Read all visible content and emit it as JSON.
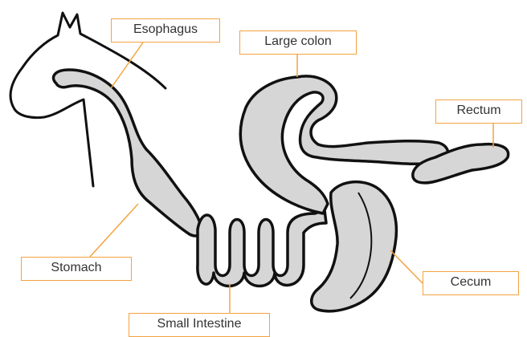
{
  "labels": {
    "esophagus": "Esophagus",
    "large_colon": "Large colon",
    "rectum": "Rectum",
    "stomach": "Stomach",
    "cecum": "Cecum",
    "small_intestine": "Small Intestine"
  },
  "colors": {
    "outline": "#111111",
    "organ_fill": "#d6d6d6",
    "leader_line": "#f3a340"
  }
}
